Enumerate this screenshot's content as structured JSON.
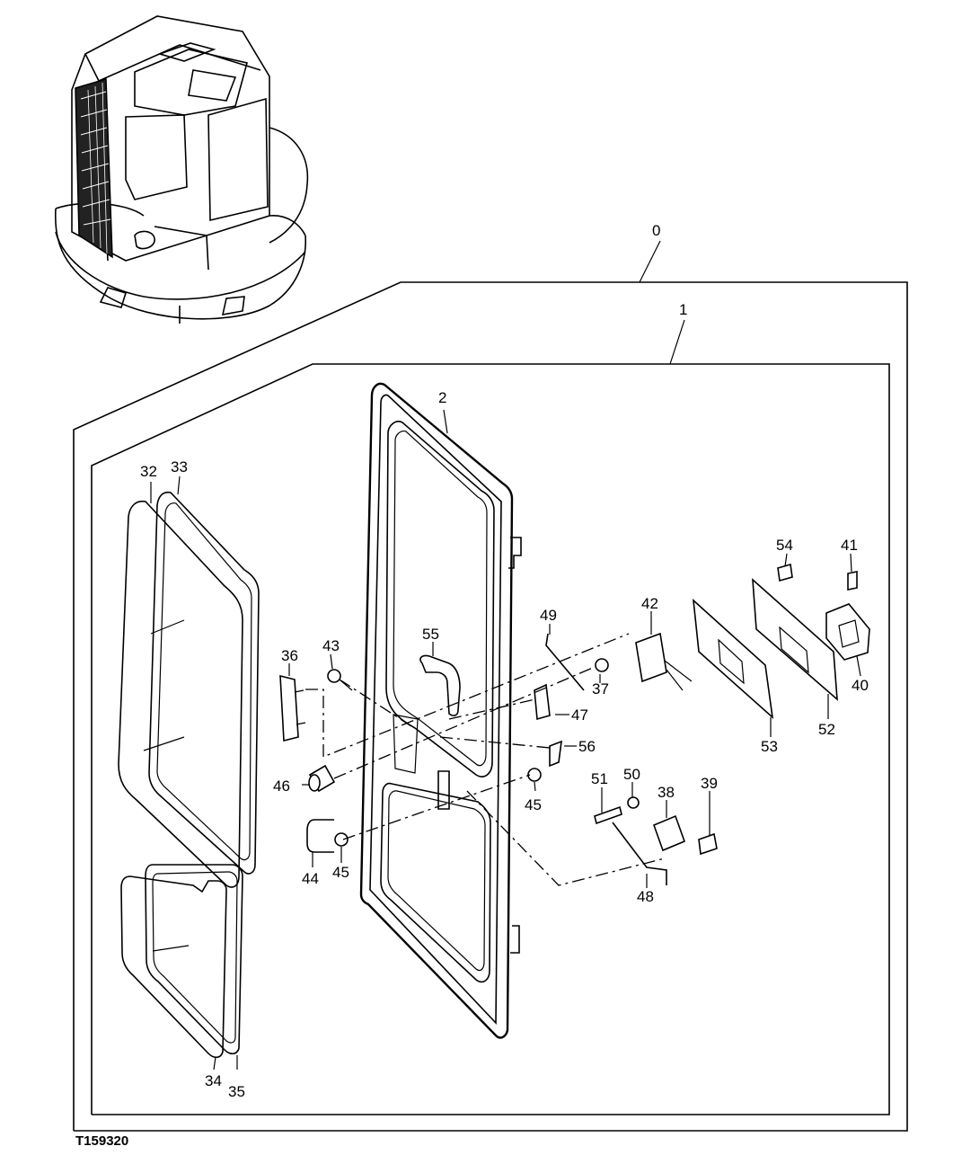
{
  "figure_code": "T159320",
  "callouts": {
    "c0": "0",
    "c1": "1",
    "c2": "2",
    "c32": "32",
    "c33": "33",
    "c34": "34",
    "c35": "35",
    "c36": "36",
    "c37": "37",
    "c38": "38",
    "c39": "39",
    "c40": "40",
    "c41": "41",
    "c42": "42",
    "c43": "43",
    "c44": "44",
    "c45a": "45",
    "c45b": "45",
    "c46": "46",
    "c47": "47",
    "c48": "48",
    "c49": "49",
    "c50": "50",
    "c51": "51",
    "c52": "52",
    "c53": "53",
    "c54": "54",
    "c55": "55",
    "c56": "56"
  }
}
